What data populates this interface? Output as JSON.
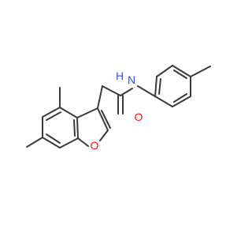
{
  "molecule": {
    "atoms": {
      "nitrogen_label": "N",
      "hydrogen_label": "H",
      "carbonyl_oxygen_label": "O",
      "furan_oxygen_label": "O"
    },
    "colors": {
      "bond": "#3a3a3a",
      "nitrogen": "#3050f8",
      "oxygen": "#ff0d0d",
      "background": "#ffffff"
    }
  }
}
